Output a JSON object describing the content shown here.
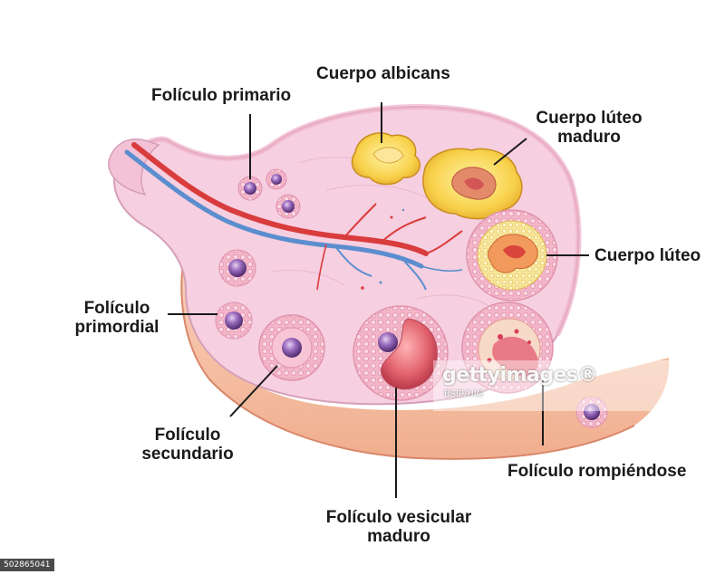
{
  "labels": {
    "foliculo_primario": "Folículo primario",
    "cuerpo_albicans": "Cuerpo albicans",
    "cuerpo_luteo_maduro_1": "Cuerpo lúteo",
    "cuerpo_luteo_maduro_2": "maduro",
    "cuerpo_luteo": "Cuerpo lúteo",
    "foliculo_primordial_1": "Folículo",
    "foliculo_primordial_2": "primordial",
    "foliculo_secundario_1": "Folículo",
    "foliculo_secundario_2": "secundario",
    "foliculo_vesicular_1": "Folículo vesicular",
    "foliculo_vesicular_2": "maduro",
    "foliculo_rompiendose": "Folículo rompiéndose"
  },
  "watermark": {
    "brand": "gettyimages®",
    "credit": "BSIP/UIG",
    "image_id": "502865041"
  },
  "colors": {
    "stroma": "#f4c9dc",
    "cortex_edge": "#f1a8c3",
    "base": "#f6c3a6",
    "artery": "#d93c3c",
    "vein": "#5b8ecf",
    "oocyte": "#7a4a9b",
    "corpus_yellow": "#f8d24a",
    "antrum": "#e05a66"
  }
}
